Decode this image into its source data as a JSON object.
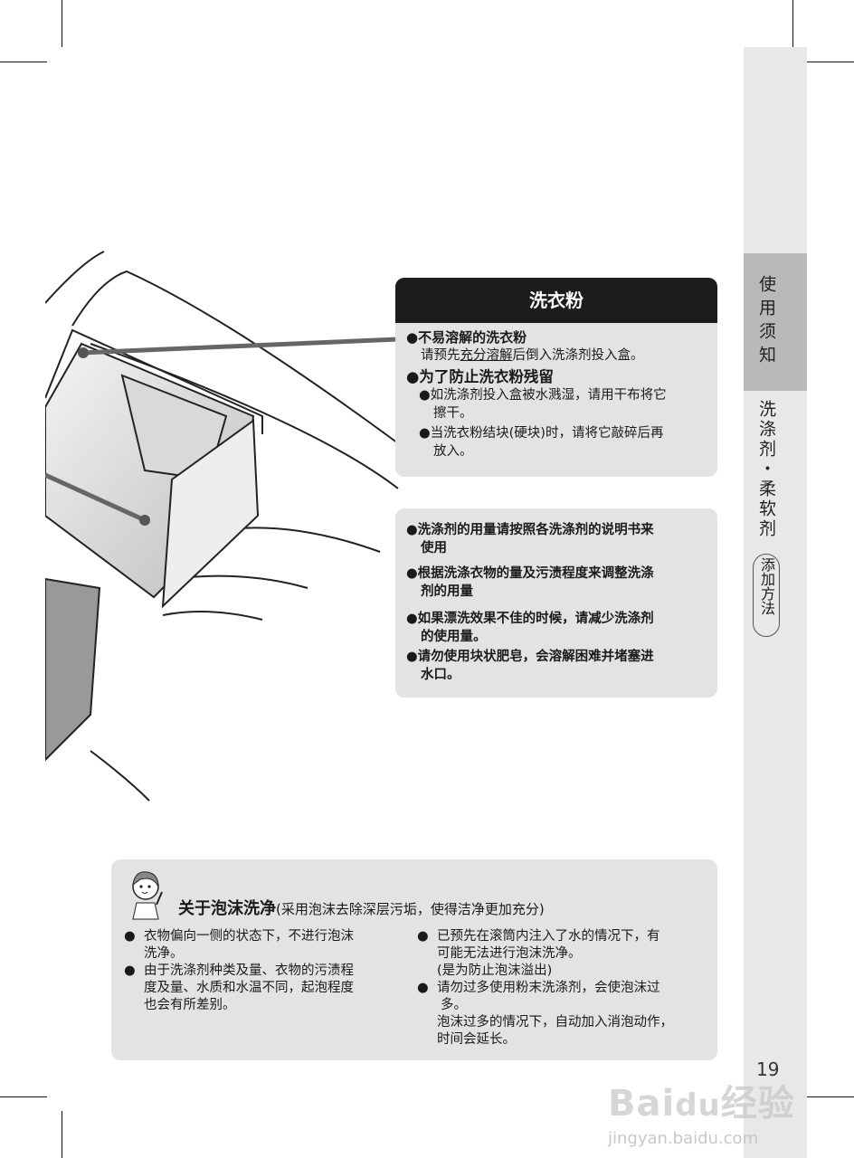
{
  "sidebar": {
    "section1": "使用须知",
    "section2": "洗涤剂・柔软剂",
    "section2_sub": "添加方法"
  },
  "powder_box": {
    "title": "洗衣粉",
    "items": [
      {
        "heading": "●不易溶解的洗衣粉",
        "pre": "请预先",
        "underlined": "充分溶解",
        "post": "后倒入洗涤剂投入盒。"
      },
      {
        "heading": "●为了防止洗衣粉残留",
        "subitems": [
          "●如洗涤剂投入盒被水溅湿，请用干布将它",
          "擦干。",
          "●当洗衣粉结块(硬块)时，请将它敲碎后再",
          "放入。"
        ]
      }
    ]
  },
  "usage_box": {
    "items": [
      [
        "●洗涤剂的用量请按照各洗涤剂的说明书来",
        "使用"
      ],
      [
        "●根据洗涤衣物的量及污渍程度来调整洗涤",
        "剂的用量"
      ],
      [
        "●如果漂洗效果不佳的时候，请减少洗涤剂",
        "的使用量。"
      ],
      [
        "●请勿使用块状肥皂，会溶解困难并堵塞进",
        "水口。"
      ]
    ]
  },
  "foam_box": {
    "title": "关于泡沫洗净",
    "subtitle": "(采用泡沫去除深层污垢，使得洁净更加充分)",
    "left": [
      [
        "衣物偏向一侧的状态下，不进行泡沫",
        "洗净。"
      ],
      [
        "由于洗涤剂种类及量、衣物的污渍程",
        "度及量、水质和水温不同，起泡程度",
        "也会有所差别。"
      ]
    ],
    "right": [
      [
        "已预先在滚筒内注入了水的情况下，有",
        "可能无法进行泡沫洗净。",
        "(是为防止泡沫溢出)"
      ],
      [
        "请勿过多使用粉末洗涤剂，会使泡沫过",
        "多。",
        "泡沫过多的情况下，自动加入消泡动作，",
        "时间会延长。"
      ]
    ],
    "bullet": "●"
  },
  "page_number": "19",
  "watermark": {
    "logo": "Baidu经验",
    "url": "jingyan.baidu.com"
  }
}
